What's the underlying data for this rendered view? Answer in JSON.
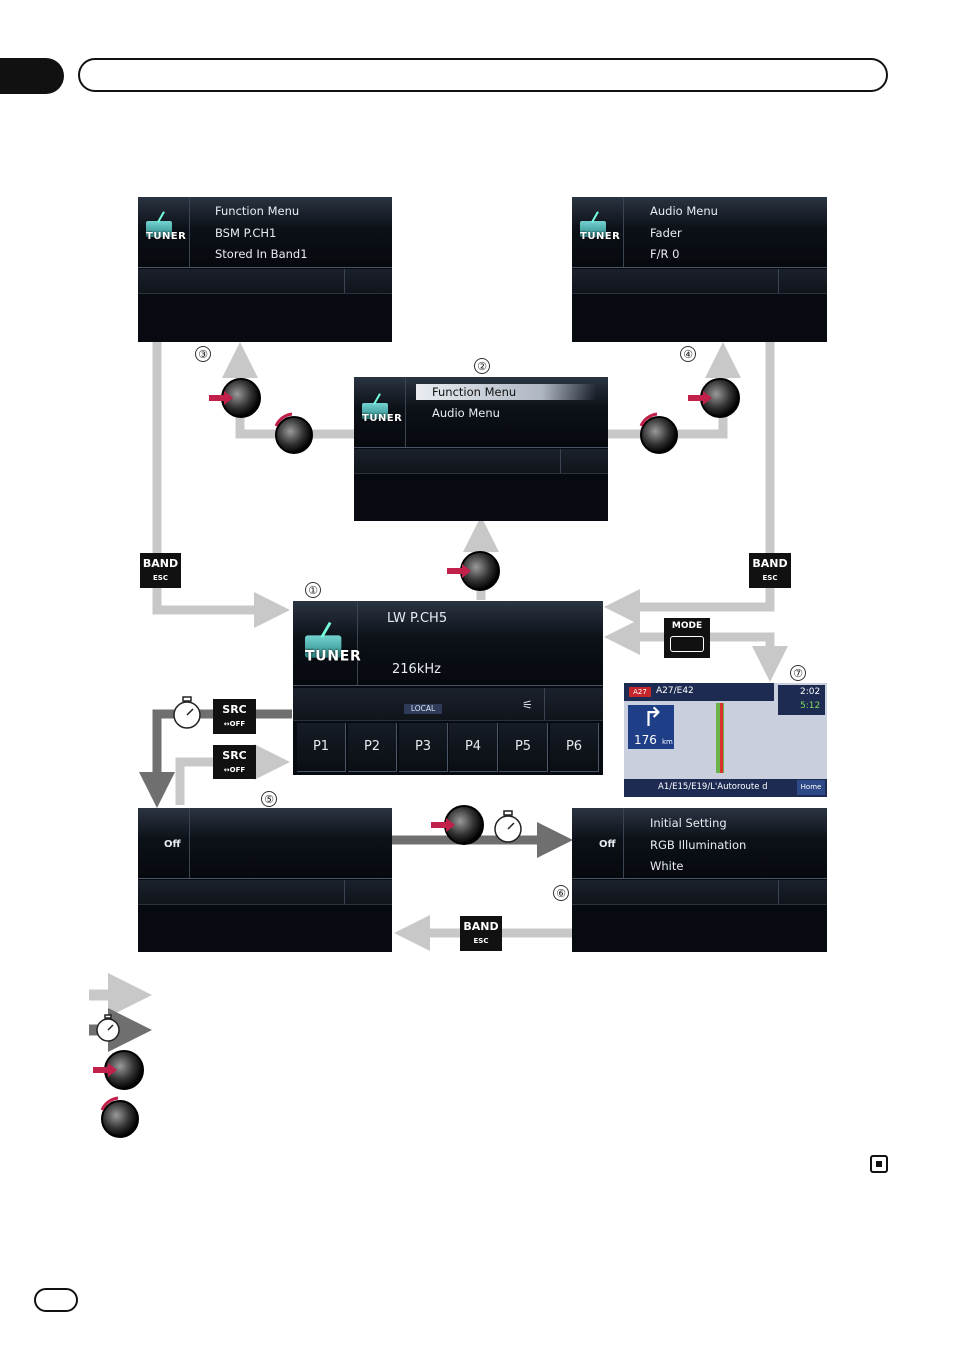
{
  "screens": {
    "function_menu_detail": {
      "icon_label": "TUNER",
      "lines": [
        "Function Menu",
        "BSM P.CH1",
        "Stored In Band1"
      ]
    },
    "audio_menu_detail": {
      "icon_label": "TUNER",
      "lines": [
        "Audio Menu",
        "Fader",
        "F/R 0"
      ]
    },
    "main_menu": {
      "icon_label": "TUNER",
      "items": [
        "Function Menu",
        "Audio Menu"
      ],
      "selected_index": 0
    },
    "tuner_main": {
      "icon_label": "TUNER",
      "channel": "LW P.CH5",
      "frequency": "216kHz",
      "status": "LOCAL",
      "presets": [
        "P1",
        "P2",
        "P3",
        "P4",
        "P5",
        "P6"
      ]
    },
    "off_screen": {
      "label": "Off"
    },
    "initial_setting": {
      "label": "Off",
      "lines": [
        "Initial Setting",
        "RGB Illumination",
        "White"
      ]
    },
    "navigation": {
      "road_badge": "A27",
      "road": "A27/E42",
      "time": "2:02",
      "eta": "5:12",
      "distance": "176",
      "distance_unit": "km",
      "street": "A1/E15/E19/L'Autoroute d",
      "home_button": "Home"
    }
  },
  "step_numbers": [
    "①",
    "②",
    "③",
    "④",
    "⑤",
    "⑥",
    "⑦"
  ],
  "buttons": {
    "band": {
      "label": "BAND",
      "sub": "ESC"
    },
    "src": {
      "label": "SRC",
      "sub": "↔OFF"
    },
    "mode": {
      "label": "MODE"
    }
  },
  "colors": {
    "arrow_light": "#c8c8c8",
    "arrow_dark": "#6f6f6f",
    "push_arrow": "#c0204a"
  },
  "legend": [
    {
      "icon": "light-arrow-icon"
    },
    {
      "icon": "timer-arrow-icon"
    },
    {
      "icon": "push-knob-icon"
    },
    {
      "icon": "rotate-knob-icon"
    }
  ]
}
